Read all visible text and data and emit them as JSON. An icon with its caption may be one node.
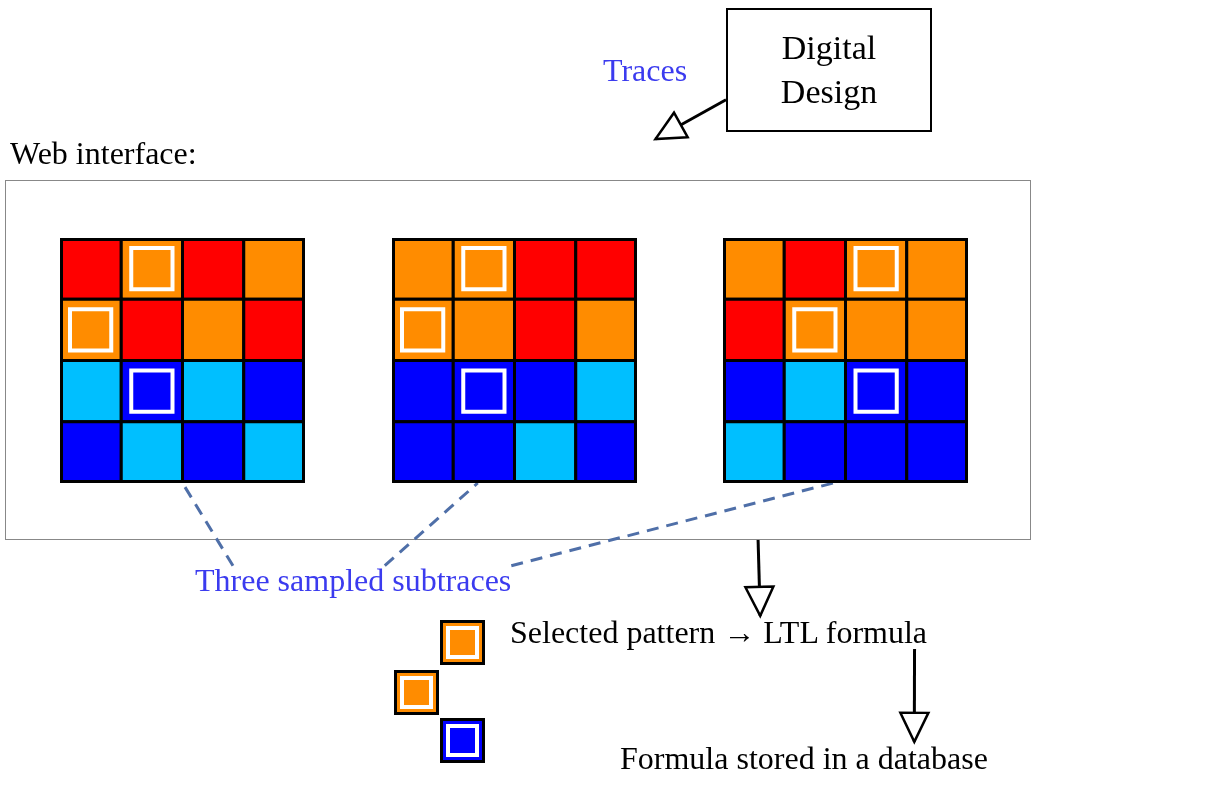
{
  "diagram": {
    "nodes": [
      {
        "text": [
          "Digital Design"
        ]
      },
      {
        "text": [
          "Web interface:"
        ]
      },
      {
        "text": [],
        "shape": "grid",
        "in": 1
      },
      {
        "text": [],
        "shape": "grid",
        "in": 1
      },
      {
        "text": [],
        "shape": "grid",
        "in": 1
      },
      {
        "text": [
          "Three sampled subtraces"
        ]
      },
      {
        "text": [
          "Selected pattern → LTL formula"
        ]
      },
      {
        "text": [
          "Formula stored in a database"
        ]
      }
    ],
    "edges": [
      {
        "from": 0,
        "to": 1,
        "arrow": "to",
        "label": "Traces"
      },
      {
        "from": 5,
        "to": 2,
        "arrow": "none",
        "style": "dashed",
        "color": "#4f6fa8"
      },
      {
        "from": 5,
        "to": 3,
        "arrow": "none",
        "style": "dashed",
        "color": "#4f6fa8"
      },
      {
        "from": 5,
        "to": 4,
        "arrow": "none",
        "style": "dashed",
        "color": "#4f6fa8"
      },
      {
        "from": 1,
        "to": 6,
        "arrow": "to"
      },
      {
        "from": 6,
        "to": 7,
        "arrow": "to"
      }
    ]
  }
}
